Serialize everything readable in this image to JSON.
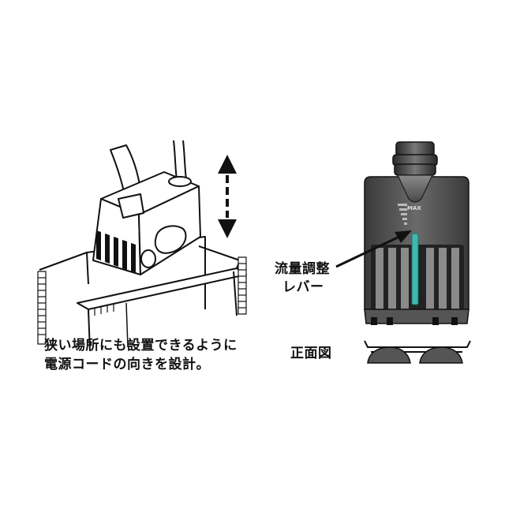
{
  "left_caption": {
    "line1": "狭い場所にも設置できるように",
    "line2": "電源コードの向きを設計。"
  },
  "lever_label": {
    "line1": "流量調整",
    "line2": "レバー"
  },
  "front_view_label": "正面図",
  "max_label": "MAX",
  "colors": {
    "body": "#4a4a4a",
    "body_light": "#7a7a7a",
    "lever": "#3fb8b0",
    "line": "#111111"
  }
}
